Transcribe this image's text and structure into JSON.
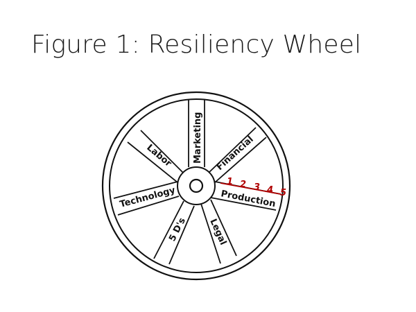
{
  "figure": {
    "title": "Figure 1: Resiliency Wheel"
  },
  "wheel": {
    "spokes": [
      {
        "key": "marketing",
        "label": "Marketing"
      },
      {
        "key": "financial",
        "label": "Financial"
      },
      {
        "key": "production",
        "label": "Production"
      },
      {
        "key": "legal",
        "label": "Legal"
      },
      {
        "key": "five_ds",
        "label": "5 D's"
      },
      {
        "key": "technology",
        "label": "Technology"
      },
      {
        "key": "labor",
        "label": "Labor"
      }
    ],
    "scale": [
      "1",
      "2",
      "3",
      "4",
      "5"
    ],
    "scale_color": "#b00000",
    "line_color": "#111111"
  }
}
